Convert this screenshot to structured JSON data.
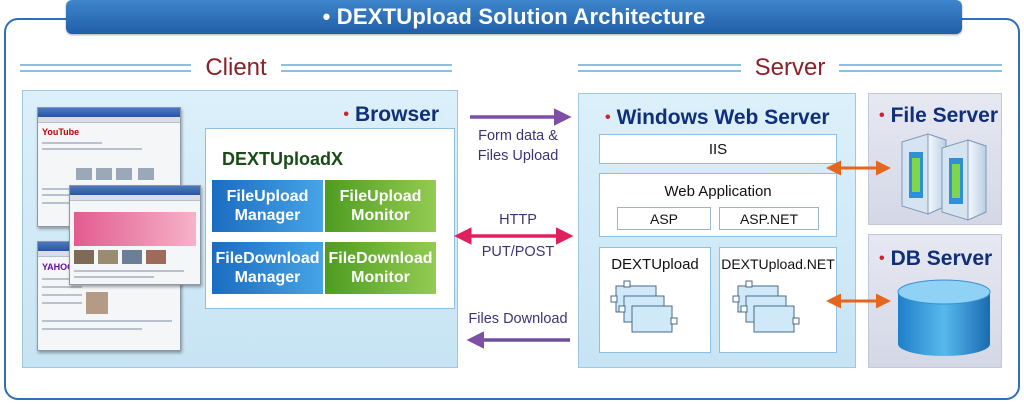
{
  "header": {
    "title": "• DEXTUpload Solution Architecture"
  },
  "client": {
    "section_label": "Client",
    "browser_panel": {
      "title": "Browser",
      "component_title": "DEXTUploadX",
      "tiles": [
        {
          "label": "FileUpload Manager",
          "color": "#1b6cc0"
        },
        {
          "label": "FileUpload Monitor",
          "color": "#4e9c22"
        },
        {
          "label": "FileDownload Manager",
          "color": "#1b6cc0"
        },
        {
          "label": "FileDownload Monitor",
          "color": "#4e9c22"
        }
      ],
      "thumbnail_logos": [
        "YouTube",
        "YAHOO!"
      ]
    }
  },
  "flows": {
    "upload": "Form data & Files Upload",
    "http": "HTTP",
    "put_post": "PUT/POST",
    "download": "Files Download",
    "upload_color": "#7d4fa6",
    "http_color": "#e0215f",
    "download_color": "#6f4f9a",
    "db_arrow_color": "#e5661e"
  },
  "server": {
    "section_label": "Server",
    "web_server": {
      "title": "Windows Web Server",
      "iis_label": "IIS",
      "web_app": {
        "title": "Web Application",
        "items": [
          "ASP",
          "ASP.NET"
        ]
      },
      "libraries": [
        "DEXTUpload",
        "DEXTUpload.NET"
      ]
    },
    "file_server": {
      "title": "File Server",
      "icon": "server-rack-icon"
    },
    "db_server": {
      "title": "DB Server",
      "icon": "database-cylinder-icon"
    }
  },
  "accent_colors": {
    "title_bar": "#2a6db7",
    "section_text": "#8c1f28",
    "panel_title": "#0f2f7a"
  }
}
